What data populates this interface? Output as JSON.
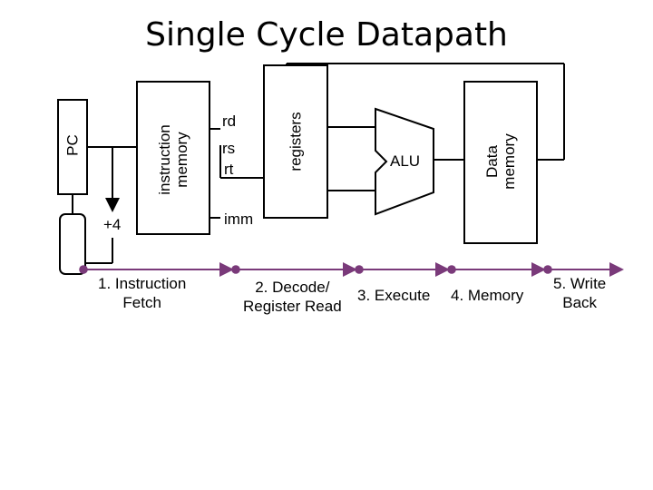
{
  "title": "Single Cycle Datapath",
  "blocks": {
    "pc": "PC",
    "instruction_memory": [
      "instruction",
      "memory"
    ],
    "adder": "+4",
    "rd": "rd",
    "rs": "rs",
    "rt": "rt",
    "imm": "imm",
    "registers": "registers",
    "alu": "ALU",
    "data_memory": [
      "Data",
      "memory"
    ]
  },
  "stages": {
    "fetch": [
      "1. Instruction",
      "Fetch"
    ],
    "decode": [
      "2. Decode/",
      "Register Read"
    ],
    "execute": "3. Execute",
    "memory": "4. Memory",
    "writeback": [
      "5. Write",
      "Back"
    ]
  },
  "colors": {
    "stroke": "#000000",
    "stage_arrow": "#7a3a7a"
  }
}
